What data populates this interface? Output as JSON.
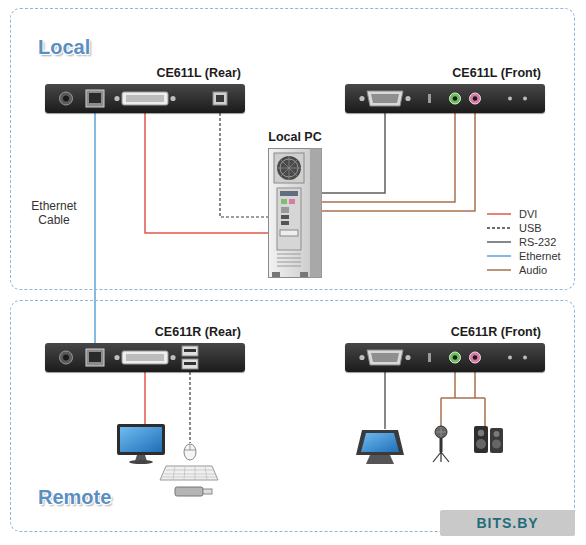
{
  "diagram": {
    "nodes": [
      {
        "text": [
          "Local"
        ]
      },
      {
        "text": [
          "CE611L (Rear)"
        ],
        "in": 0
      },
      {
        "text": [
          "CE611L (Front)"
        ],
        "in": 0
      },
      {
        "text": [
          "Local PC"
        ],
        "in": 0
      },
      {
        "text": [
          "Remote"
        ]
      },
      {
        "text": [
          "CE611R (Rear)"
        ],
        "in": 4
      },
      {
        "text": [
          "CE611R (Front)"
        ],
        "in": 4
      }
    ],
    "edges": [
      {
        "from": 1,
        "to": 5,
        "arrow": "none",
        "label": "Ethernet Cable"
      },
      {
        "from": 1,
        "to": 3,
        "arrow": "none"
      },
      {
        "from": 1,
        "to": 3,
        "arrow": "none"
      },
      {
        "from": 2,
        "to": 3,
        "arrow": "none"
      },
      {
        "from": 2,
        "to": 3,
        "arrow": "none"
      },
      {
        "from": 2,
        "to": 3,
        "arrow": "none"
      }
    ],
    "labels": [
      "BITS.BY"
    ],
    "legend": [
      {
        "text": "DVI"
      },
      {
        "text": "USB"
      },
      {
        "text": "RS-232"
      },
      {
        "text": "Ethernet"
      },
      {
        "text": "Audio"
      }
    ]
  }
}
